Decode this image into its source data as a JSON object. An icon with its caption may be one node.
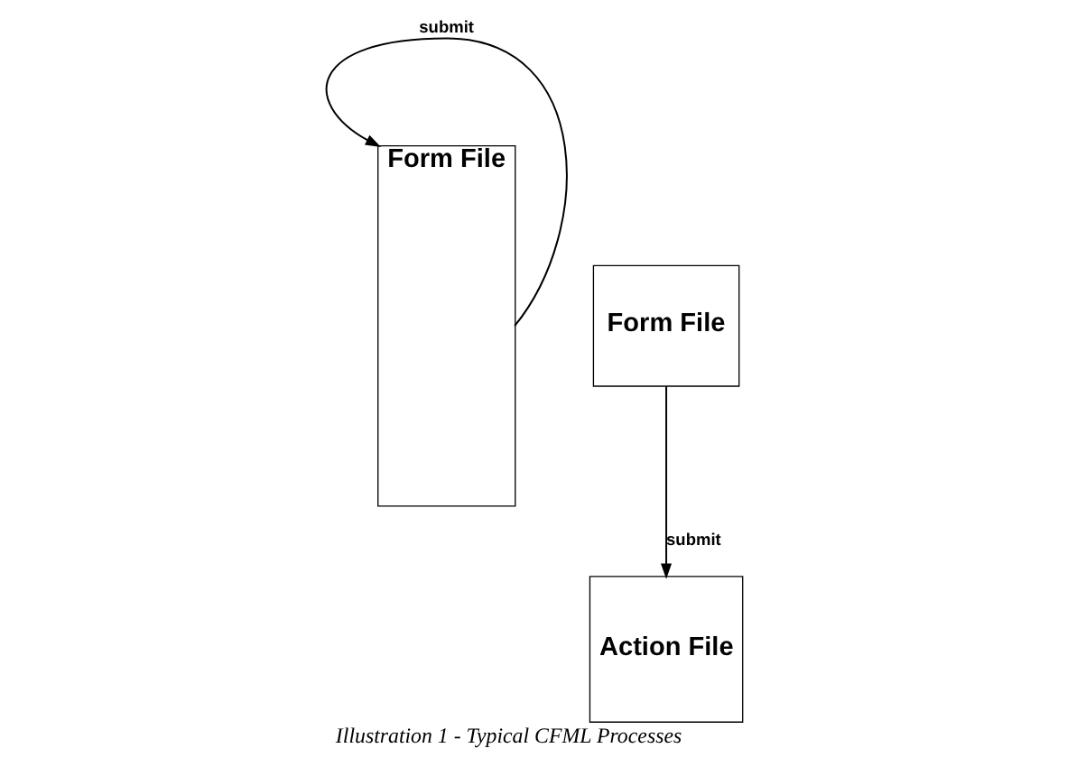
{
  "diagram": {
    "caption": "Illustration 1 - Typical CFML Processes",
    "nodes": [
      {
        "text": [
          "Form File"
        ]
      },
      {
        "text": [
          "Form File"
        ]
      },
      {
        "text": [
          "Action File"
        ]
      }
    ],
    "edges": [
      {
        "from": 0,
        "to": 0,
        "arrow": "to",
        "label": "submit"
      },
      {
        "from": 1,
        "to": 2,
        "arrow": "to",
        "label": "submit"
      }
    ]
  }
}
